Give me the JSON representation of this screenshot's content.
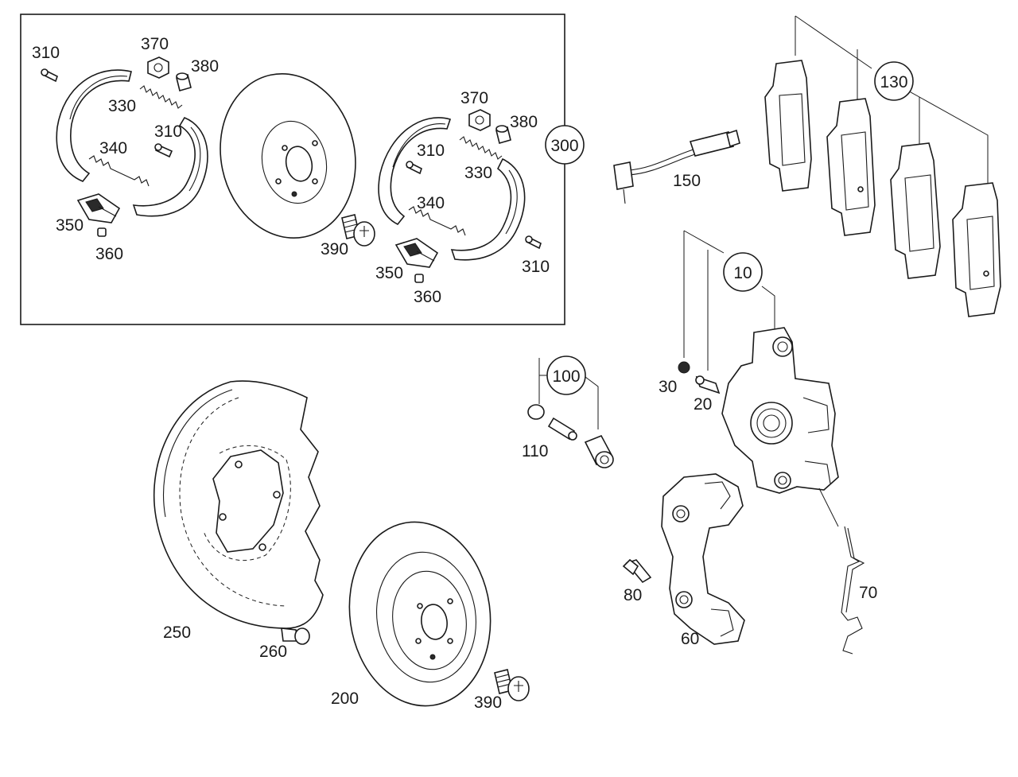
{
  "callouts": {
    "c10": "10",
    "c20": "20",
    "c30": "30",
    "c60": "60",
    "c70": "70",
    "c80": "80",
    "c100": "100",
    "c110": "110",
    "c130": "130",
    "c150": "150",
    "c200": "200",
    "c250": "250",
    "c260": "260",
    "c300": "300",
    "c310a": "310",
    "c310b": "310",
    "c310c": "310",
    "c310d": "310",
    "c330a": "330",
    "c330b": "330",
    "c340a": "340",
    "c340b": "340",
    "c350a": "350",
    "c350b": "350",
    "c360a": "360",
    "c360b": "360",
    "c370a": "370",
    "c370b": "370",
    "c380a": "380",
    "c380b": "380",
    "c390a": "390",
    "c390b": "390"
  }
}
